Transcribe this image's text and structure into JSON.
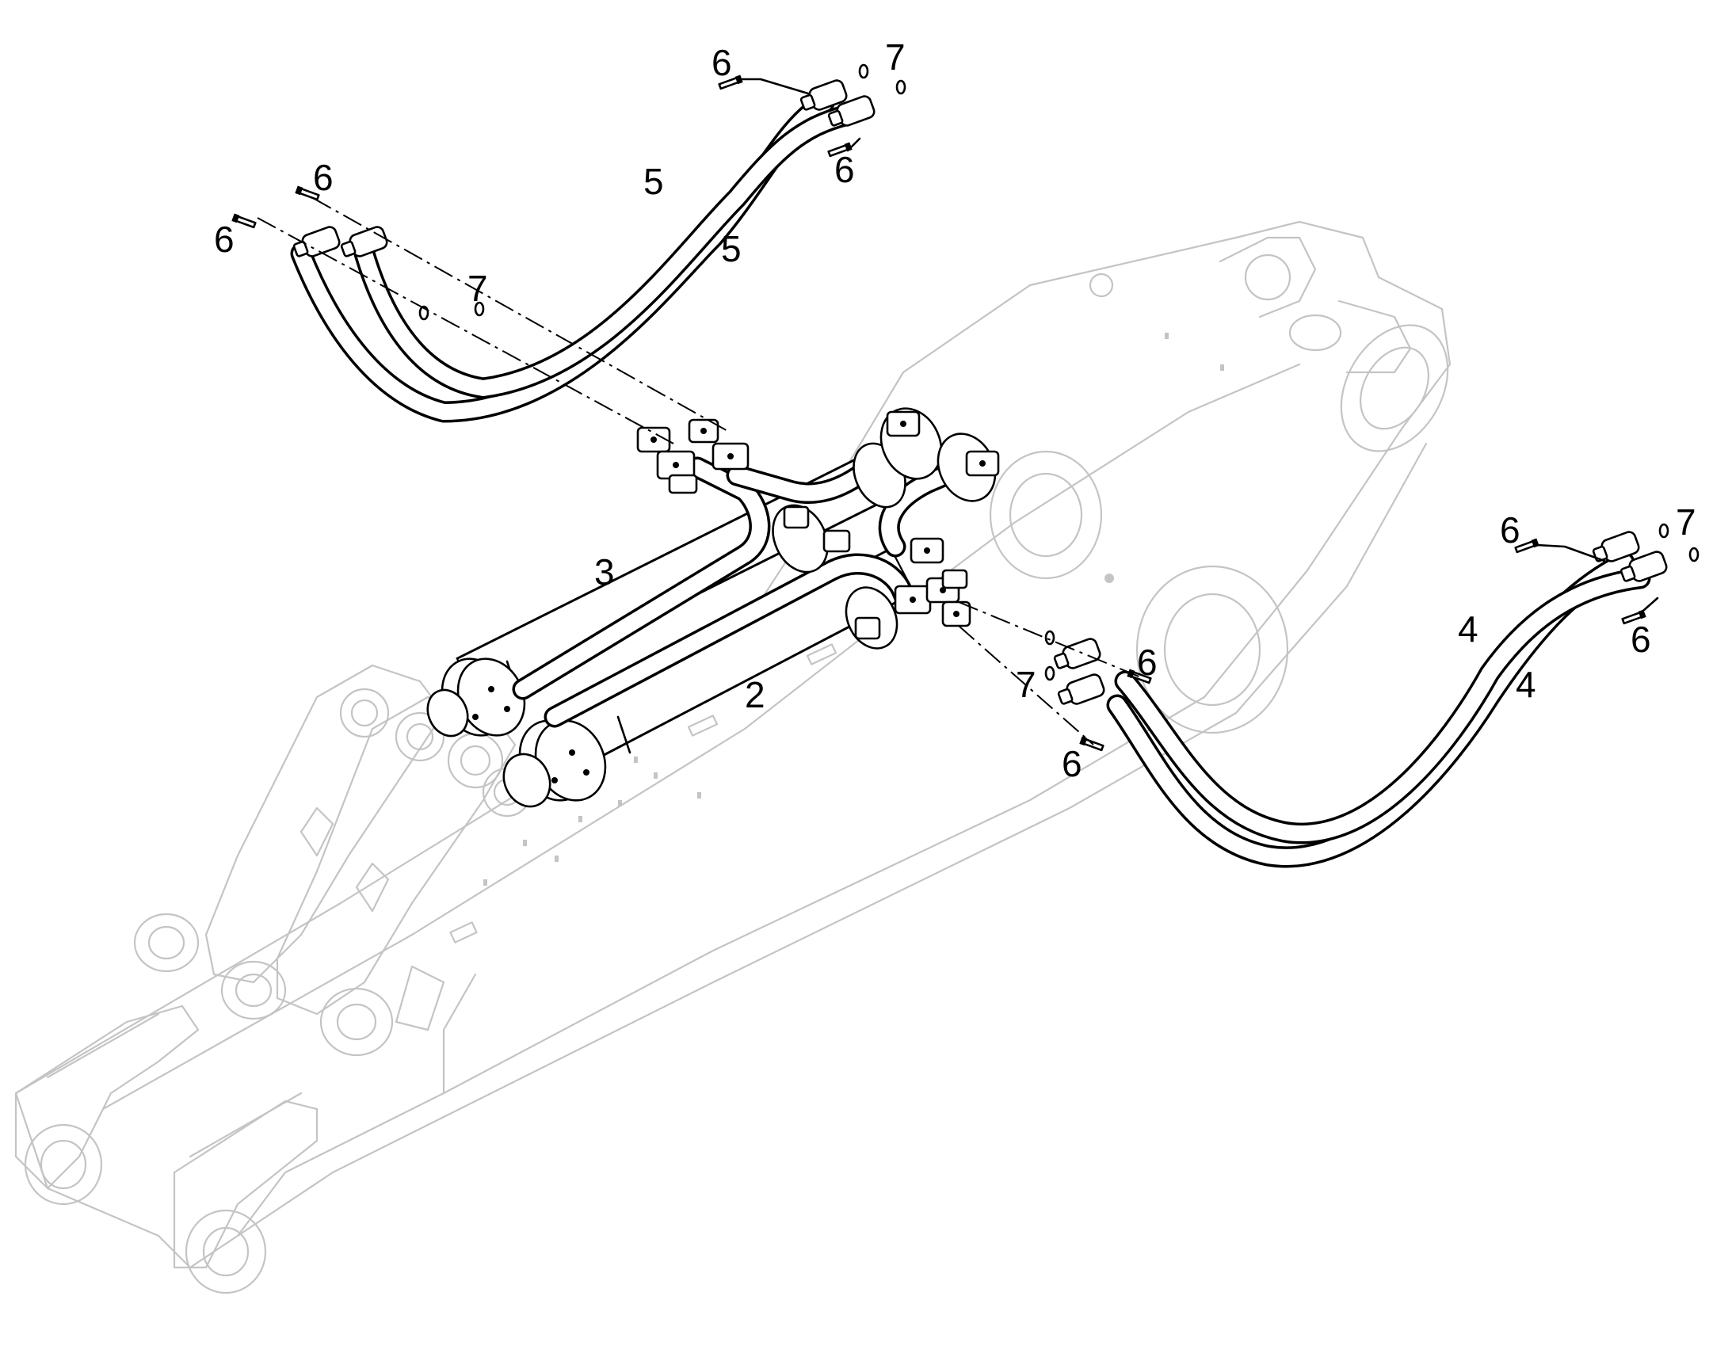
{
  "callouts": {
    "c2": "2",
    "c3": "3",
    "c4a": "4",
    "c4b": "4",
    "c5a": "5",
    "c5b": "5",
    "c6_top": "6",
    "c6_topright": "6",
    "c6_upleft1": "6",
    "c6_upleft2": "6",
    "c6_mid1": "6",
    "c6_mid2": "6",
    "c6_right1": "6",
    "c6_right2": "6",
    "c7_top": "7",
    "c7_upleft": "7",
    "c7_mid": "7",
    "c7_right": "7"
  },
  "colors": {
    "line": "#000000",
    "ghost_line": "#c4c4c4",
    "background": "#ffffff"
  }
}
